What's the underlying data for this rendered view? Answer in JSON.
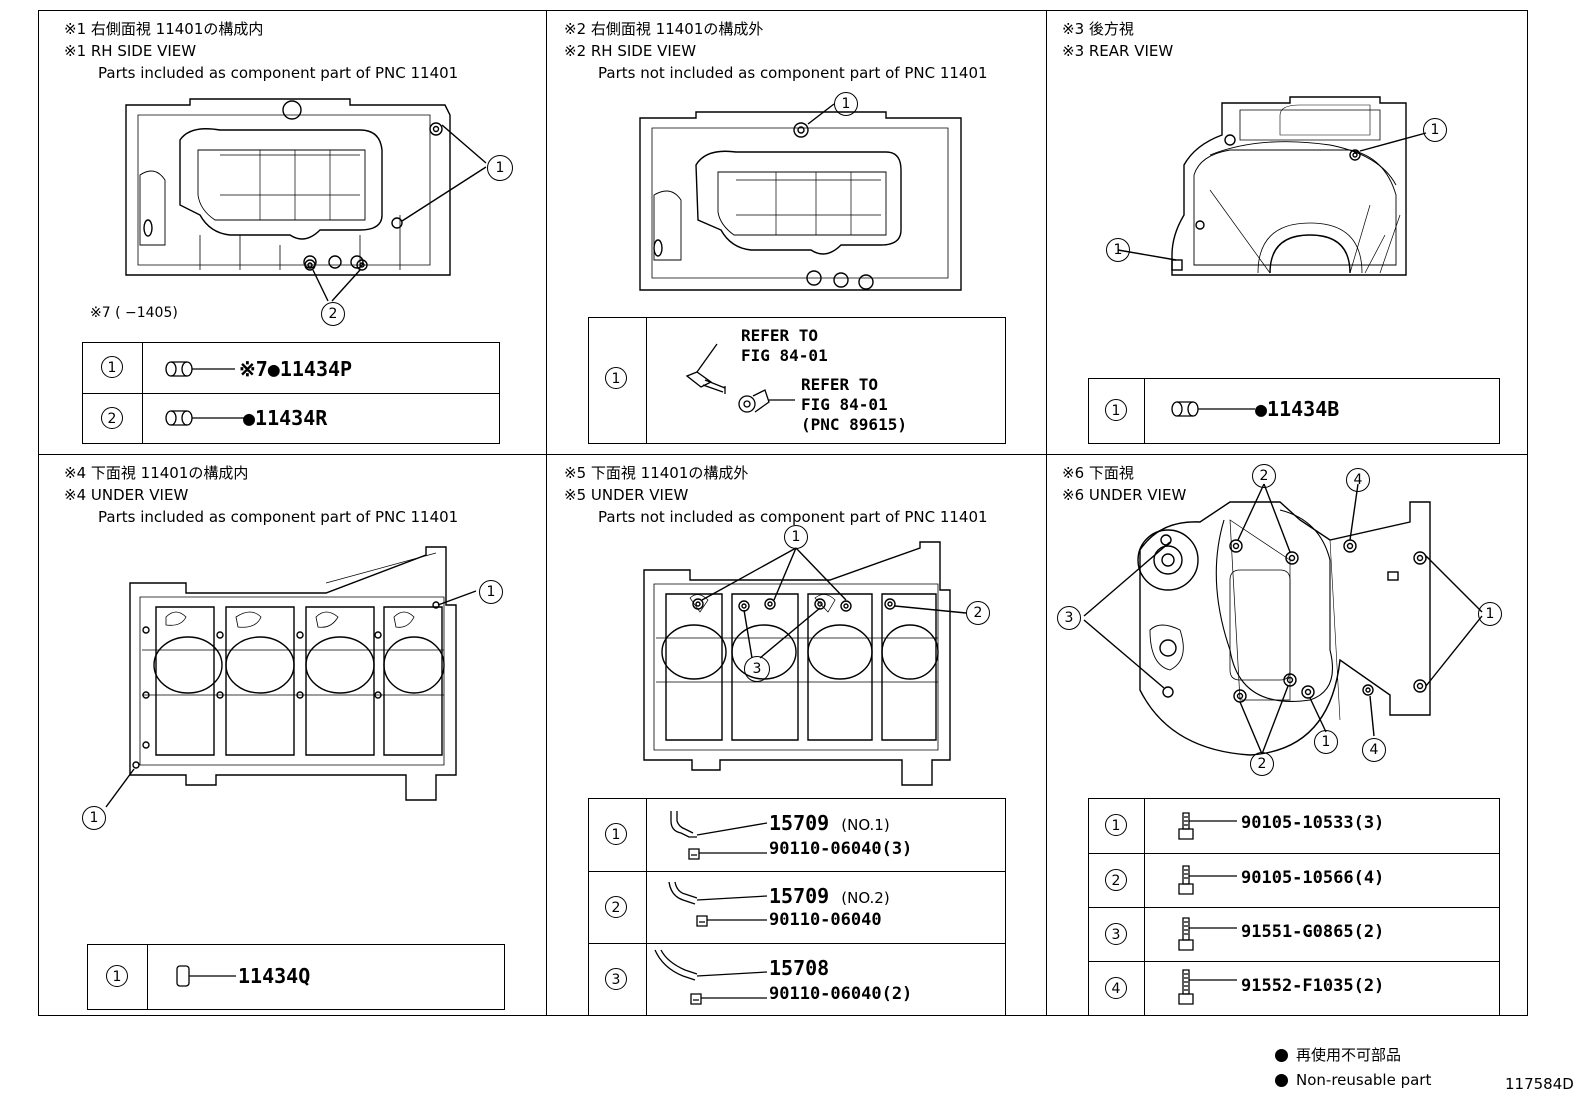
{
  "panels": {
    "p1": {
      "jp": "※1 右側面視 11401の構成内",
      "en": "※1 RH SIDE VIEW",
      "sub": "Parts included as component part of PNC 11401",
      "note": "※7 (       −1405)",
      "rows": [
        {
          "num": "1",
          "code": "※7●11434P"
        },
        {
          "num": "2",
          "code": "●11434R"
        }
      ]
    },
    "p2": {
      "jp": "※2 右側面視 11401の構成外",
      "en": "※2 RH SIDE VIEW",
      "sub": "Parts not included as component part of PNC 11401",
      "rows": [
        {
          "num": "1"
        }
      ],
      "ref1": "REFER TO\nFIG 84-01",
      "ref2": "REFER TO\nFIG 84-01\n(PNC 89615)"
    },
    "p3": {
      "jp": "※3 後方視",
      "en": "※3 REAR VIEW",
      "rows": [
        {
          "num": "1",
          "code": "●11434B"
        }
      ]
    },
    "p4": {
      "jp": "※4 下面視 11401の構成内",
      "en": "※4 UNDER VIEW",
      "sub": "Parts included as component part of PNC 11401",
      "rows": [
        {
          "num": "1",
          "code": "11434Q"
        }
      ]
    },
    "p5": {
      "jp": "※5 下面視 11401の構成外",
      "en": "※5 UNDER VIEW",
      "sub": "Parts not included as component part of PNC 11401",
      "rows": [
        {
          "num": "1",
          "code": "15709",
          "note": "(NO.1)",
          "code2": "90110-06040(3)"
        },
        {
          "num": "2",
          "code": "15709",
          "note": "(NO.2)",
          "code2": "90110-06040"
        },
        {
          "num": "3",
          "code": "15708",
          "note": "",
          "code2": "90110-06040(2)"
        }
      ]
    },
    "p6": {
      "jp": "※6 下面視",
      "en": "※6 UNDER VIEW",
      "rows": [
        {
          "num": "1",
          "code": "90105-10533(3)"
        },
        {
          "num": "2",
          "code": "90105-10566(4)"
        },
        {
          "num": "3",
          "code": "91551-G0865(2)"
        },
        {
          "num": "4",
          "code": "91552-F1035(2)"
        }
      ]
    }
  },
  "callouts": {
    "c1": "1",
    "c2": "2",
    "c3": "3",
    "c4": "4"
  },
  "legend": {
    "jp": "再使用不可部品",
    "en": "Non-reusable part"
  },
  "figure_id": "117584D"
}
